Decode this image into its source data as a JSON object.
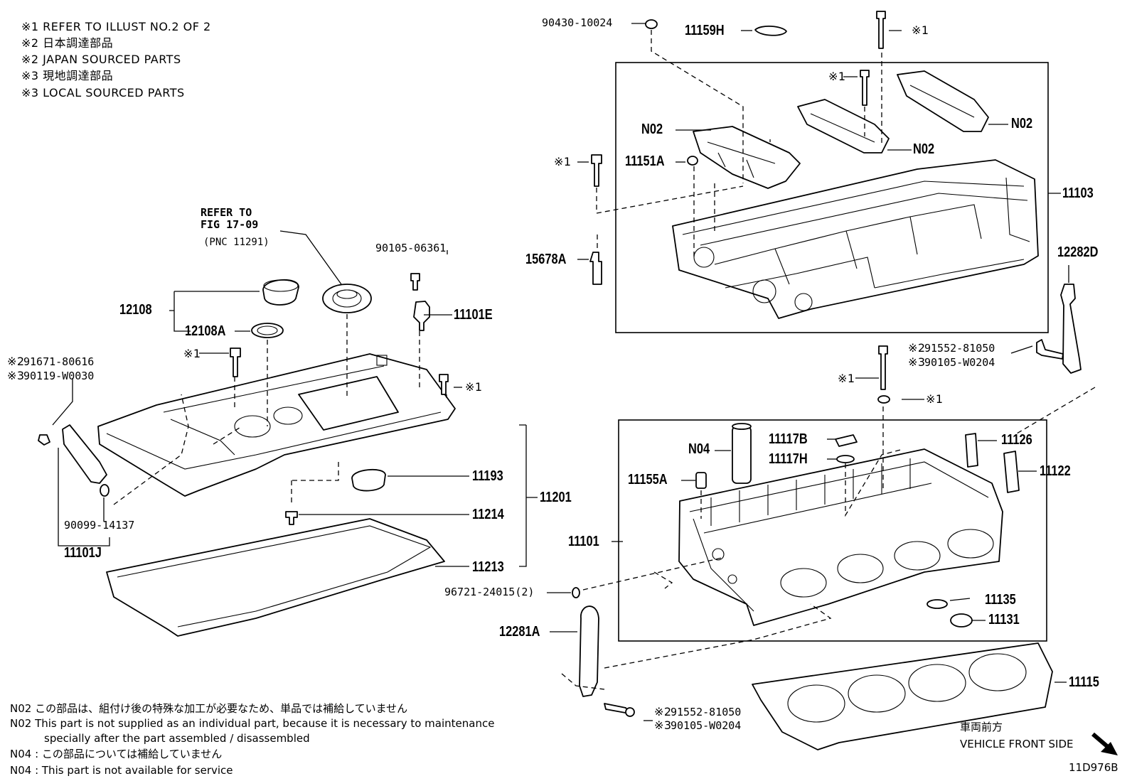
{
  "notes": [
    "※1 REFER TO ILLUST NO.2 OF 2",
    "※2 日本調達部品",
    "※2 JAPAN SOURCED PARTS",
    "※3 現地調達部品",
    "※3 LOCAL SOURCED PARTS"
  ],
  "refer": {
    "line1": "REFER TO",
    "line2": "FIG 17-09",
    "line3": "(PNC 11291)"
  },
  "marks": {
    "m1": "※1",
    "m2": "※2",
    "m3": "※3"
  },
  "labels": {
    "p90430_10024": "90430-10024",
    "p11159H": "11159H",
    "N02a": "N02",
    "N02b": "N02",
    "N02c": "N02",
    "p11151A": "11151A",
    "p11103": "11103",
    "p15678A": "15678A",
    "p12282D": "12282D",
    "p90105_06361": "90105-06361",
    "p11101E": "11101E",
    "p12108": "12108",
    "p12108A": "12108A",
    "p91671_80616": "91671-80616",
    "p90119_W0030": "90119-W0030",
    "p91552_81050_a": "91552-81050",
    "p90105_W0204_a": "90105-W0204",
    "N04": "N04",
    "p11117B": "11117B",
    "p11117H": "11117H",
    "p11126": "11126",
    "p11122": "11122",
    "p11155A": "11155A",
    "p11193": "11193",
    "p11201": "11201",
    "p11214": "11214",
    "p11101": "11101",
    "p90099_14137": "90099-14137",
    "p11101J": "11101J",
    "p11213": "11213",
    "p96721_24015": "96721-24015(2)",
    "p11135": "11135",
    "p11131": "11131",
    "p12281A": "12281A",
    "p11115": "11115",
    "p91552_81050_b": "91552-81050",
    "p90105_W0204_b": "90105-W0204"
  },
  "footnotes": [
    "N02 この部品は、組付け後の特殊な加工が必要なため、単品では補給していません",
    "N02 This part is not supplied as an individual part, because it is necessary to maintenance",
    "specially after the part assembled / disassembled",
    "N04 : この部品については補給していません",
    "N04 : This part is not available for service"
  ],
  "direction": {
    "jp": "車両前方",
    "en": "VEHICLE FRONT SIDE"
  },
  "figure_id": "11D976B"
}
